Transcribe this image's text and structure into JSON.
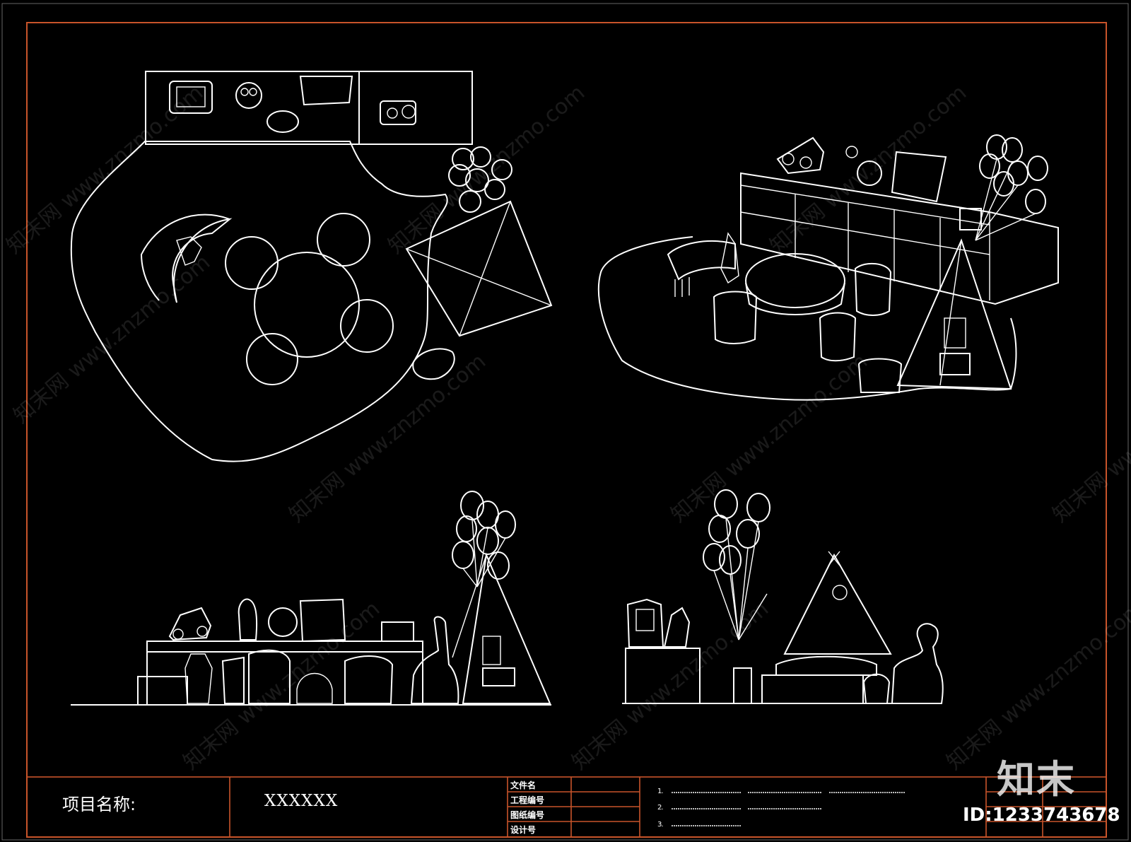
{
  "title_block": {
    "project_label": "项目名称:",
    "project_name": "XXXXXX",
    "fields": [
      "文件名",
      "工程编号",
      "图纸编号",
      "设计号"
    ],
    "notes": [
      "1.",
      "2.",
      "3."
    ]
  },
  "watermark": {
    "text": "知末网 www.znzmo.com"
  },
  "brand": {
    "logo_text": "知末",
    "id_text": "ID:1233743678"
  },
  "colors": {
    "background": "#000000",
    "lines": "#ffffff",
    "frame": "#c8542a"
  }
}
